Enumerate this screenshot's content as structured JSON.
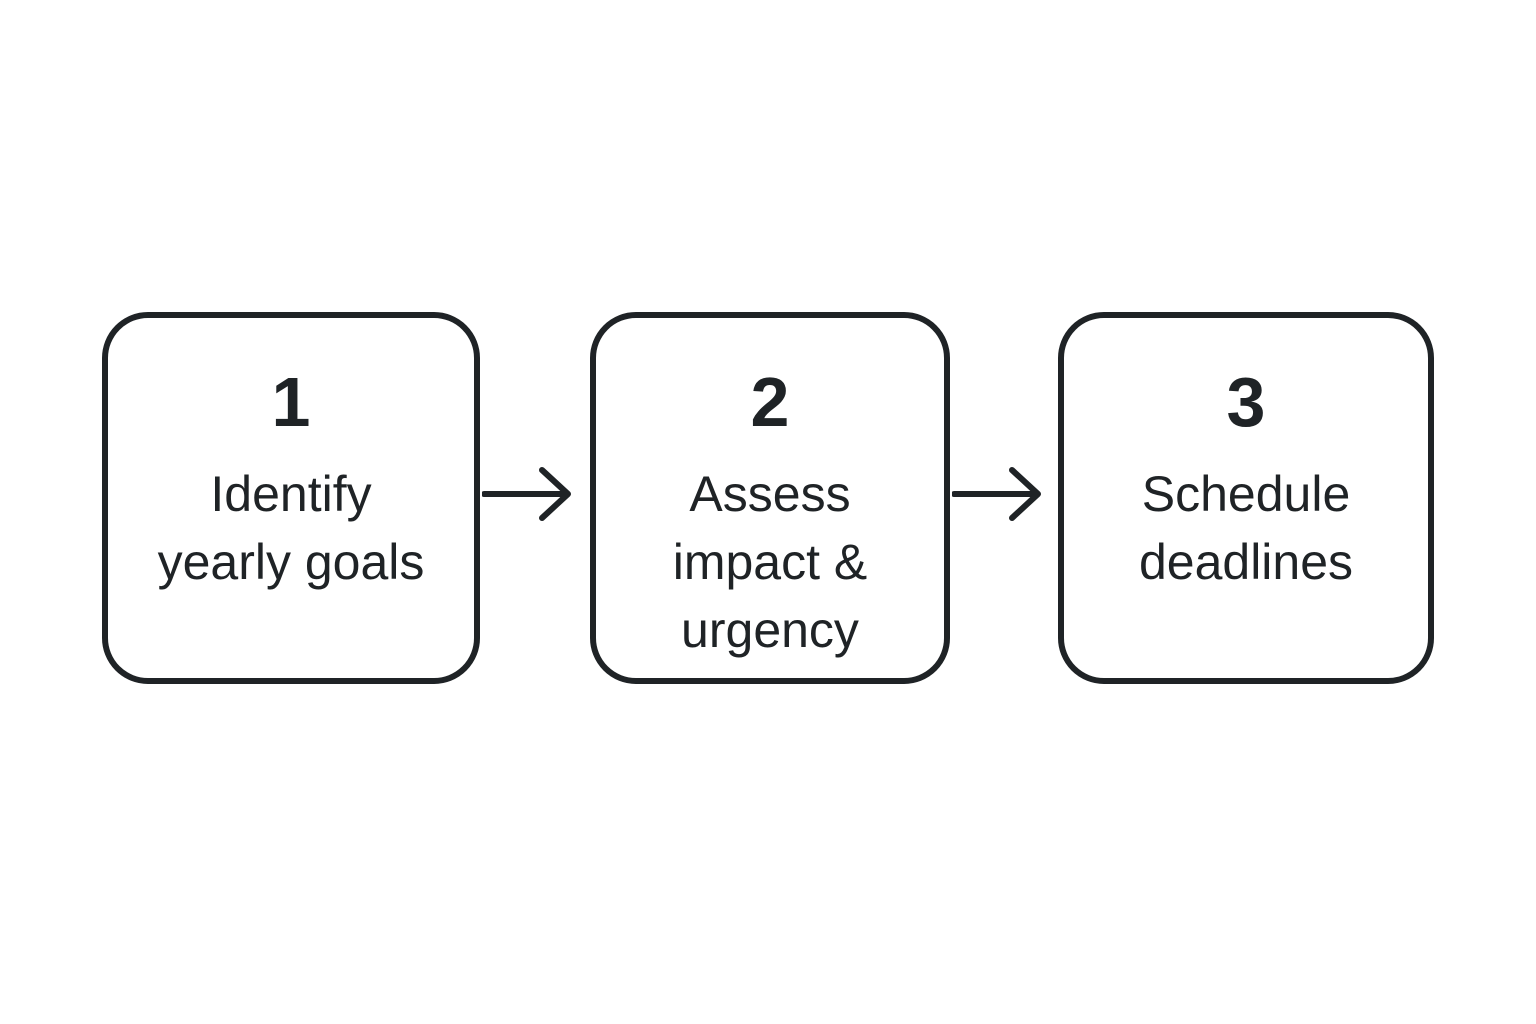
{
  "steps": [
    {
      "number": "1",
      "label_lines": [
        "Identify",
        "yearly goals"
      ]
    },
    {
      "number": "2",
      "label_lines": [
        "Assess",
        "impact &",
        "urgency"
      ]
    },
    {
      "number": "3",
      "label_lines": [
        "Schedule",
        "deadlines"
      ]
    }
  ],
  "colors": {
    "stroke": "#1f2326",
    "text": "#1f2326",
    "background": "#ffffff"
  },
  "icons": {
    "connector": "arrow-right-icon"
  }
}
